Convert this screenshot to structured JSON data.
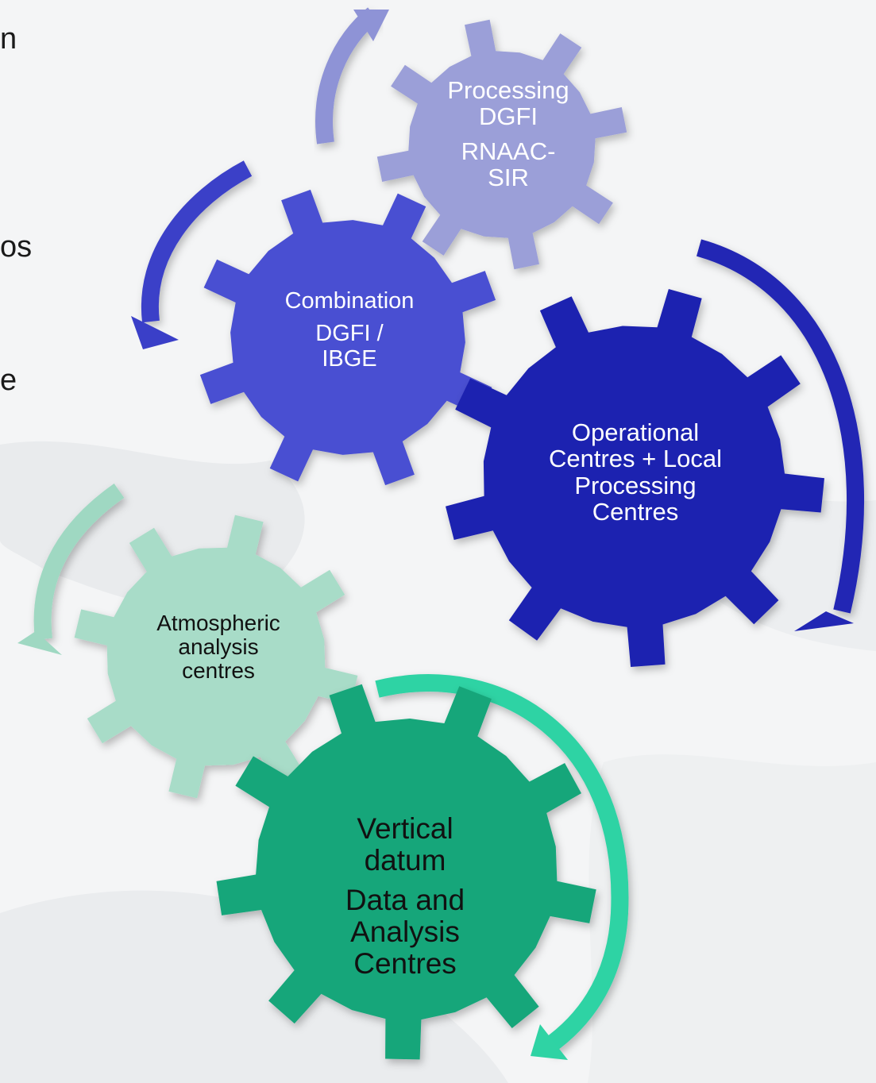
{
  "slide": {
    "cut_text": [
      "n",
      "os",
      "e"
    ]
  },
  "gears": [
    {
      "id": "processing",
      "lines": [
        "Processing",
        "DGFI"
      ],
      "lines2": [
        "RNAAC-",
        "SIR"
      ],
      "color": "#9b9fd8"
    },
    {
      "id": "combination",
      "lines": [
        "Combination"
      ],
      "lines2": [
        "DGFI /",
        "IBGE"
      ],
      "color": "#4a4fd2"
    },
    {
      "id": "operational",
      "lines": [
        "Operational",
        "Centres + Local",
        "Processing",
        "Centres"
      ],
      "color": "#1c20b0"
    },
    {
      "id": "atmospheric",
      "lines": [
        "Atmospheric",
        "analysis",
        "centres"
      ],
      "color": "#a8dcc8"
    },
    {
      "id": "vertical",
      "lines": [
        "Vertical",
        "datum"
      ],
      "lines2": [
        "Data and",
        "Analysis",
        "Centres"
      ],
      "color": "#16a67a"
    }
  ],
  "colors": {
    "arrow_light_purple": "#8e93d6",
    "arrow_blue": "#3a3fc8",
    "arrow_dark_blue": "#2227b4",
    "arrow_light_green": "#9fd8c2",
    "arrow_teal": "#2fd3a4"
  }
}
